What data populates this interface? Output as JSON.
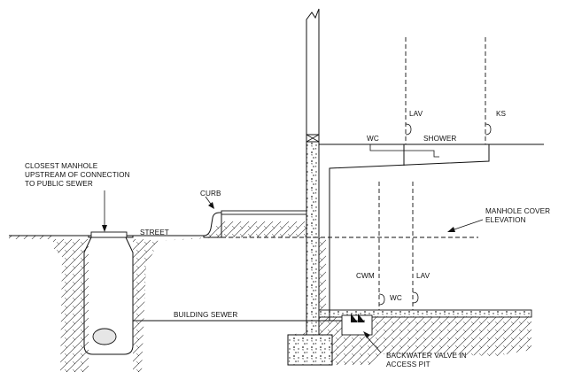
{
  "labels": {
    "manhole_line1": "CLOSEST MANHOLE",
    "manhole_line2": "UPSTREAM OF CONNECTION",
    "manhole_line3": "TO PUBLIC SEWER",
    "curb": "CURB",
    "street": "STREET",
    "building_sewer": "BUILDING SEWER",
    "cover_line1": "MANHOLE COVER",
    "cover_line2": "ELEVATION",
    "backwater_line1": "BACKWATER VALVE IN",
    "backwater_line2": "ACCESS PIT",
    "wc_upper": "WC",
    "lav_upper": "LAV",
    "shower": "SHOWER",
    "ks": "KS",
    "cwm": "CWM",
    "wc_lower": "WC",
    "lav_lower": "LAV"
  }
}
